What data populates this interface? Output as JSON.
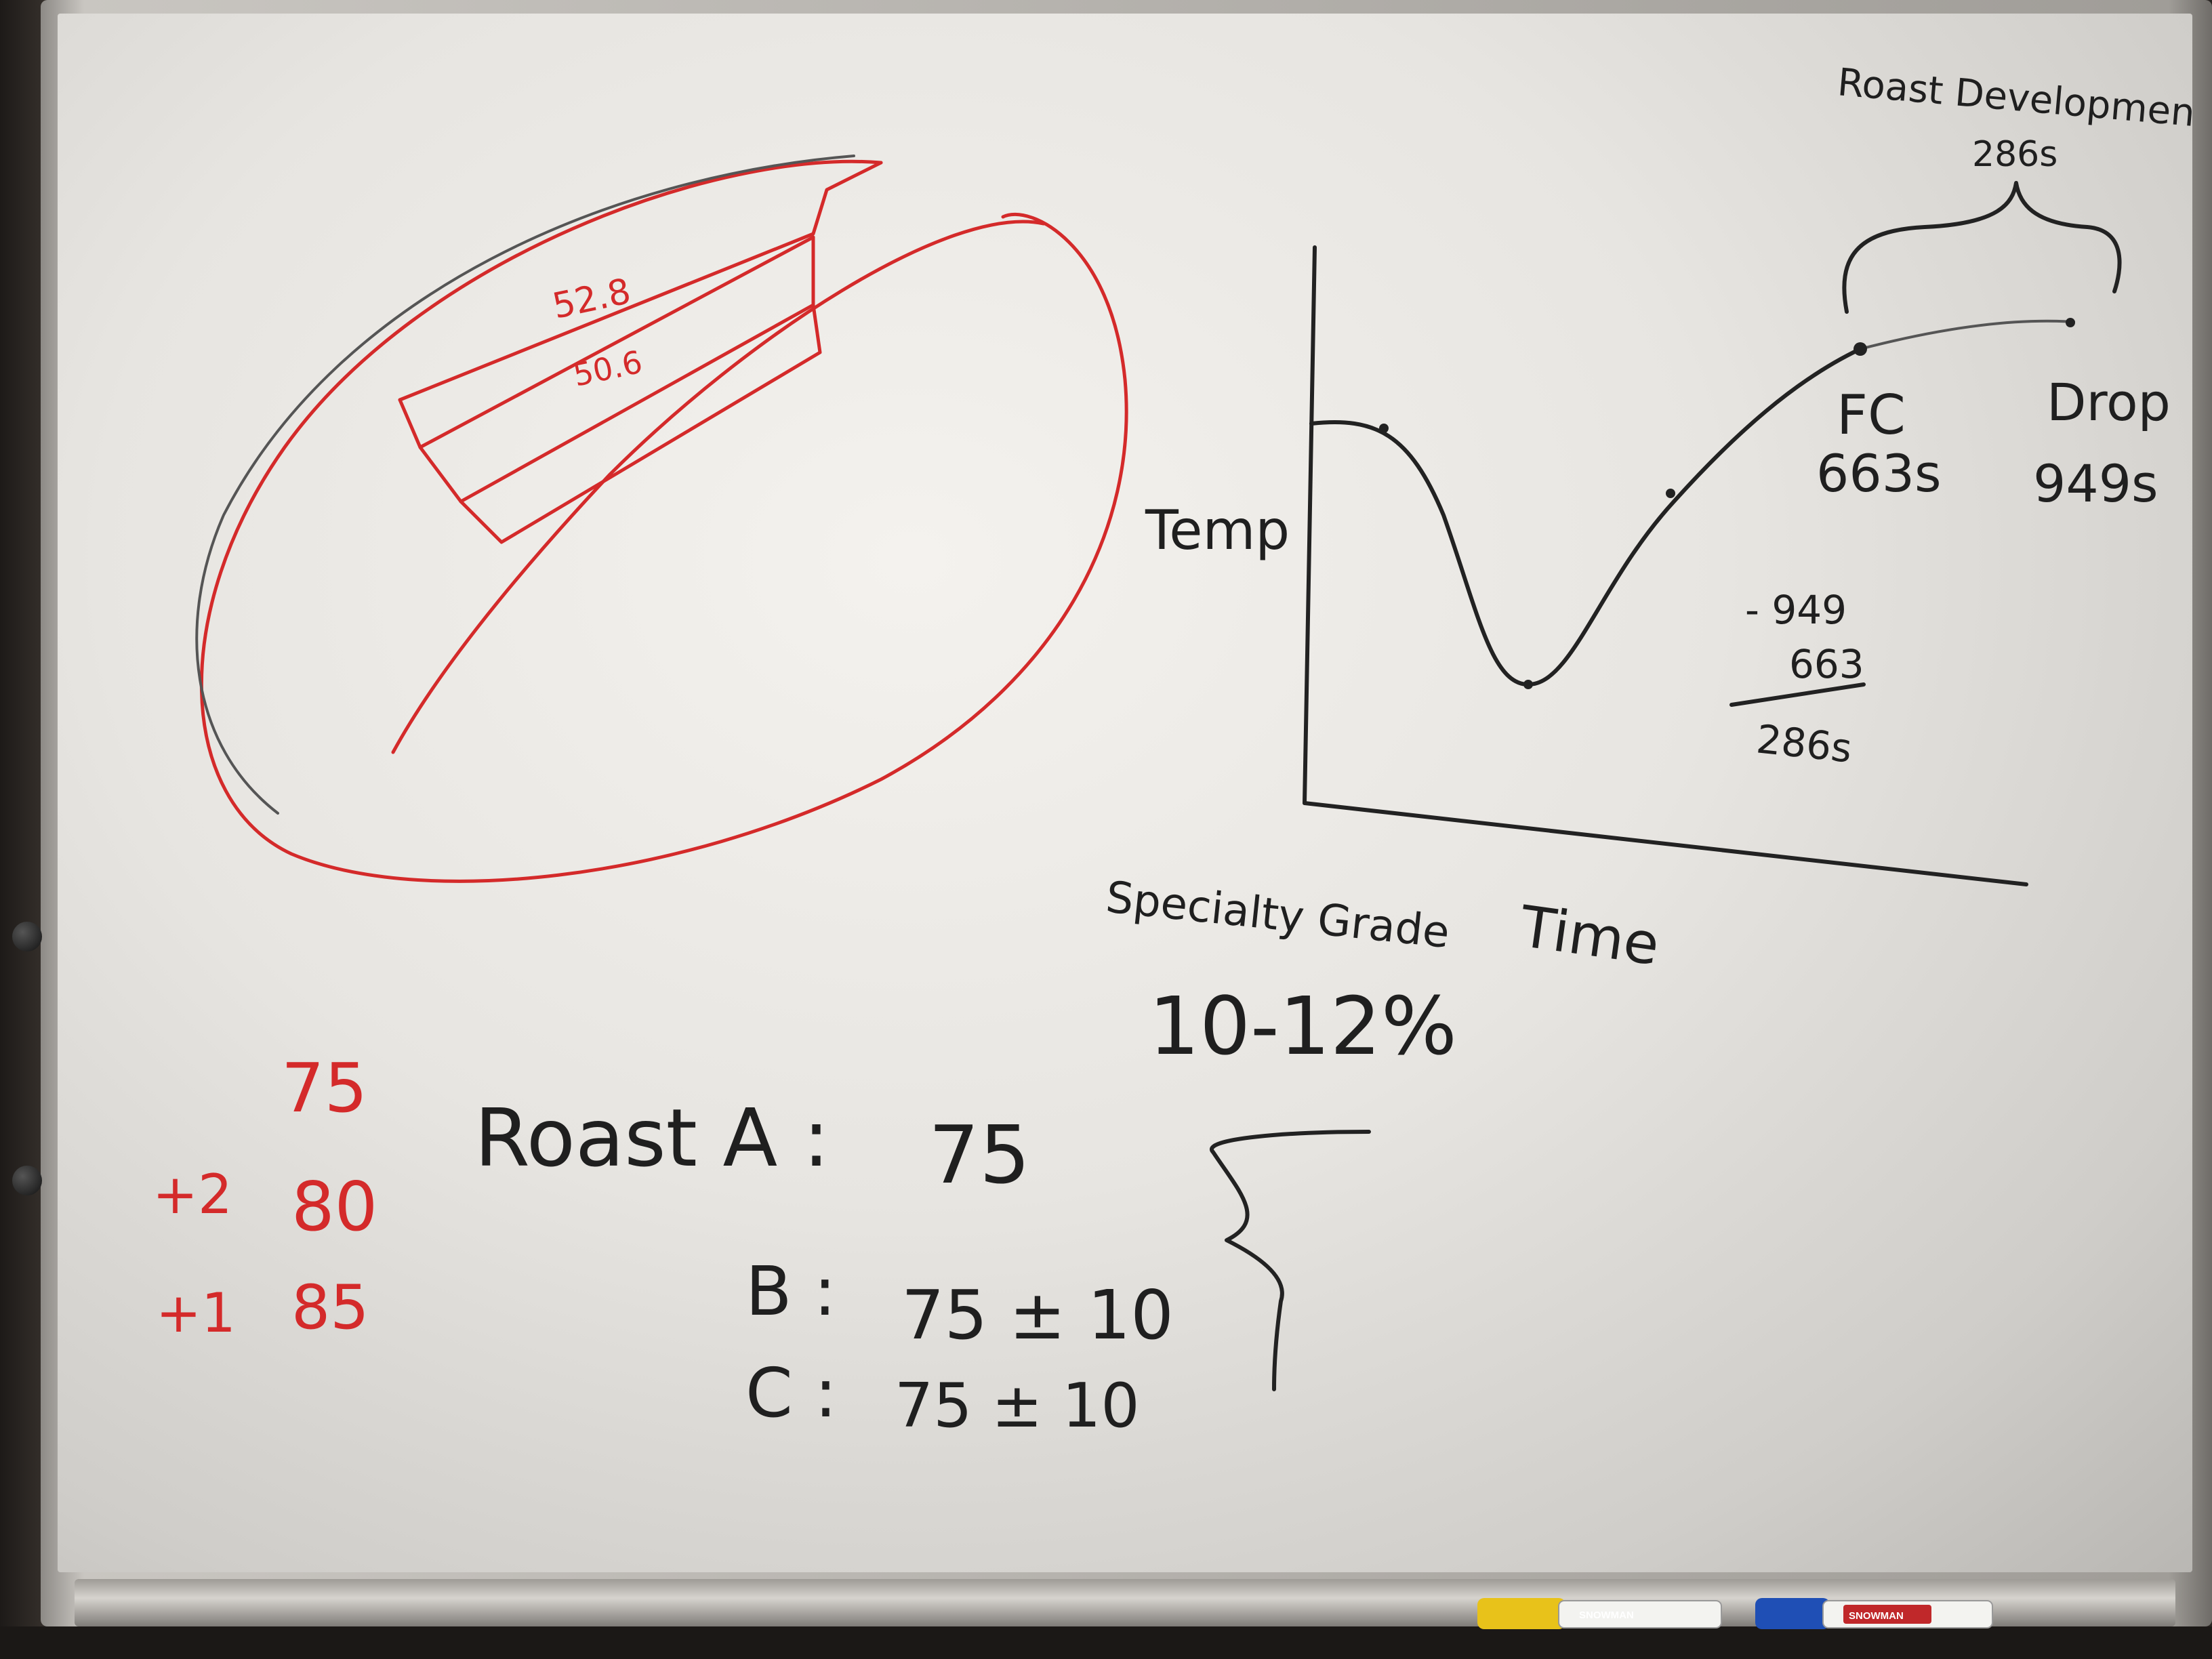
{
  "sketch_labels": {
    "top_value": "52.8",
    "bottom_value": "50.6"
  },
  "roast_graph": {
    "y_axis_label": "Temp",
    "x_axis_label": "Time",
    "development_title": "Roast Developmen",
    "development_value": "286s",
    "first_crack": {
      "label": "FC",
      "time": "663s"
    },
    "drop": {
      "label": "Drop",
      "time": "949s"
    },
    "subtraction": {
      "minuend": "- 949",
      "subtrahend": "663",
      "result": "286s"
    }
  },
  "specialty_grade": {
    "label": "Specialty Grade",
    "range": "10-12%"
  },
  "roasts": [
    {
      "name": "Roast A :",
      "value": "75"
    },
    {
      "name": "B :",
      "value": "75 ± 10"
    },
    {
      "name": "C :",
      "value": "75 ± 10"
    }
  ],
  "red_notes": [
    {
      "step": "",
      "value": "75"
    },
    {
      "step": "+2",
      "value": "80"
    },
    {
      "step": "+1",
      "value": "85"
    }
  ],
  "markers": [
    {
      "name": "yellow-marker",
      "label": "SNOWMAN",
      "cap_color": "#e8c21a"
    },
    {
      "name": "blue-marker",
      "label": "SNOWMAN",
      "cap_color": "#1f4fb5"
    }
  ],
  "colors": {
    "red_ink": "#d42a2a",
    "black_ink": "#1f1f1f",
    "board": "#f0eeea"
  }
}
